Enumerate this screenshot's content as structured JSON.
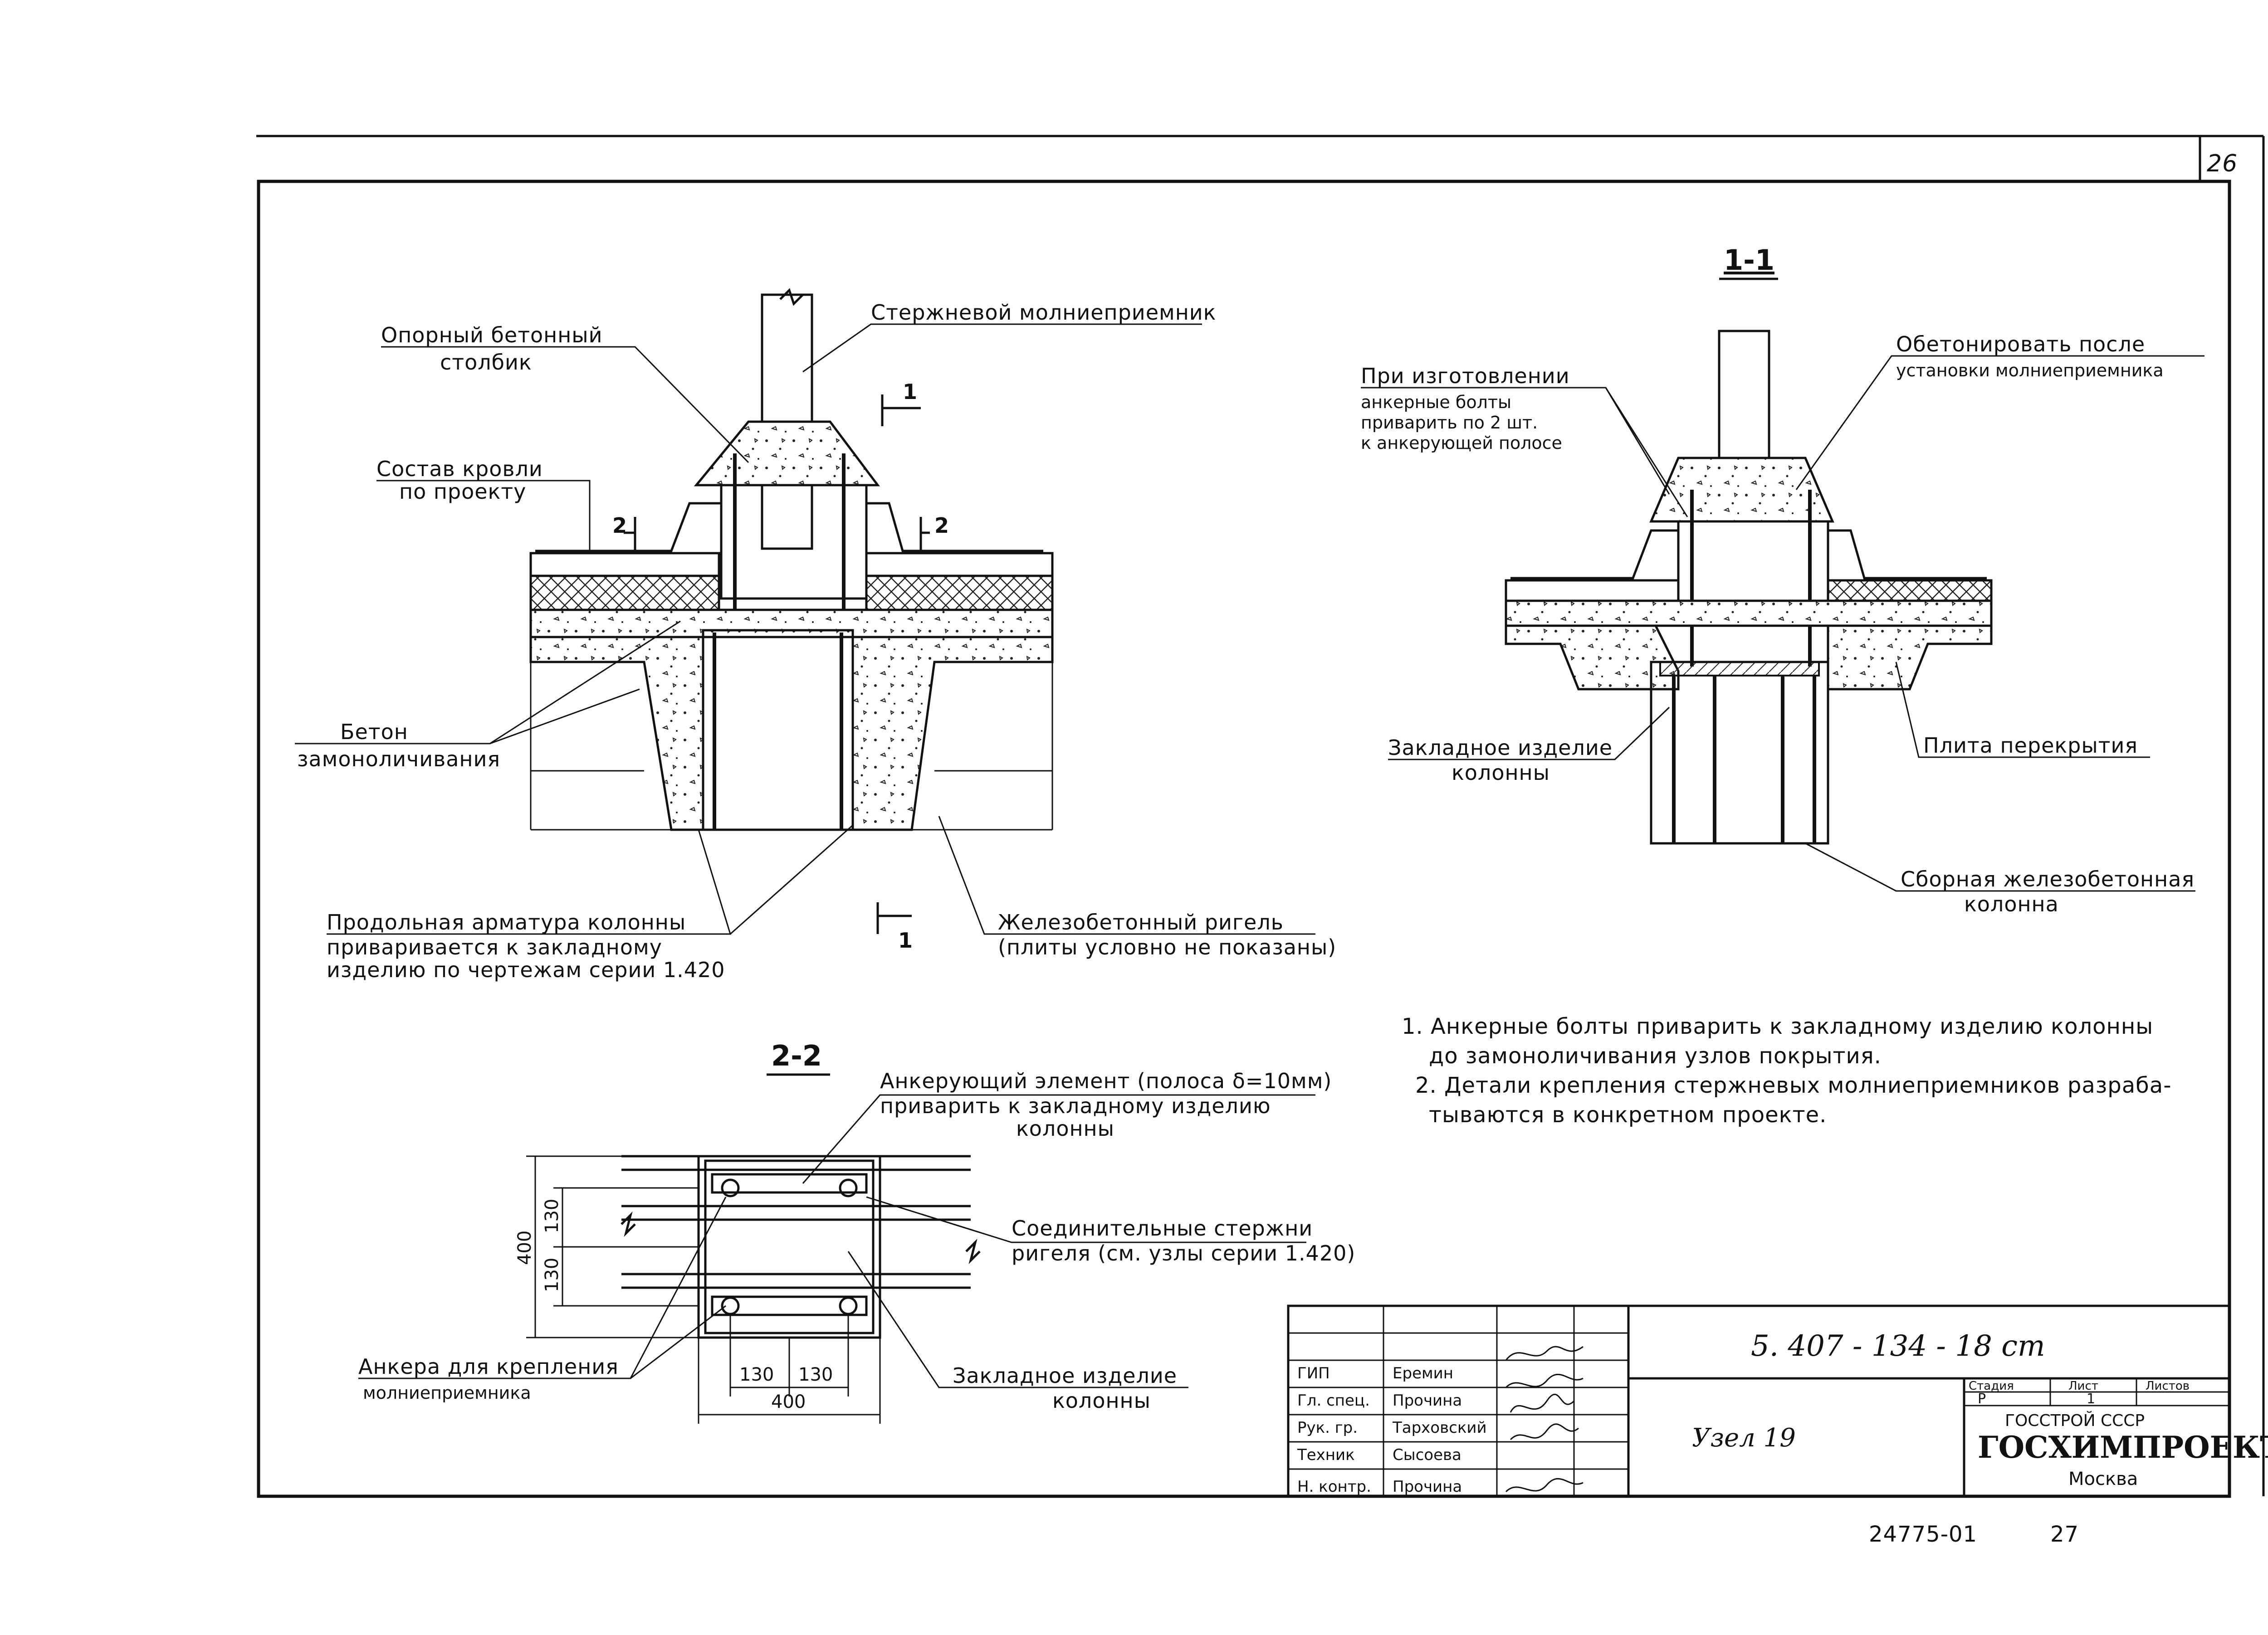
{
  "sheet": {
    "number": "26",
    "code": "5. 407 - 134 - 18 cm",
    "node": "Узел 19",
    "archive": "24775-01",
    "archive_page": "27"
  },
  "sections": {
    "s11": "1-1",
    "s22": "2-2",
    "mark1": "1",
    "mark2": "2"
  },
  "main_labels": {
    "support_post": "Опорный бетонный",
    "support_post_2": "столбик",
    "rod_lightning": "Стержневой молниеприемник",
    "roof_comp": "Состав кровли",
    "roof_comp_2": "по проекту",
    "concrete": "Бетон",
    "concrete_2": "замоноличивания",
    "long_rebar": "Продольная арматура колонны",
    "long_rebar_2": "привариваетcя к закладному",
    "long_rebar_3": "изделию по чертежам серии 1.420",
    "rc_beam": "Железобетонный ригель",
    "rc_beam_2": "(плиты условно не показаны)"
  },
  "s11_labels": {
    "manufacture": "При изготовлении",
    "manufacture_2": "анкерные болты",
    "manufacture_3": "приварить по 2 шт.",
    "manufacture_4": "к анкерующей полосе",
    "concrete_after": "Обетонировать после",
    "concrete_after_2": "установки молниеприемника",
    "embedded": "Закладное изделие",
    "embedded_2": "колонны",
    "slab": "Плита перекрытия",
    "prefab_col": "Сборная железобетонная",
    "prefab_col_2": "колонна"
  },
  "s22_labels": {
    "anchor_elem": "Анкерующий элемент (полоса δ=10мм)",
    "anchor_elem_2": "приварить к закладному изделию",
    "anchor_elem_3": "колонны",
    "conn_rods": "Соединительные стержни",
    "conn_rods_2": "ригеля (см. узлы серии 1.420)",
    "anchors": "Анкера для крепления",
    "anchors_2": "молниеприемника",
    "embedded": "Закладное изделие",
    "embedded_2": "колонны",
    "dim_400": "400",
    "dim_130": "130"
  },
  "notes": [
    "1. Анкерные болты приварить к закладному изделию колонны",
    "до замоноличивания узлов покрытия.",
    "2. Детали крепления стержневых молниеприемников разраба-",
    "тываются в конкретном проекте."
  ],
  "title_block": {
    "roles": [
      "ГИП",
      "Гл. спец.",
      "Рук. гр.",
      "Техник",
      "",
      "Н. контр."
    ],
    "names": [
      "Еремин",
      "Прочина",
      "Тарховский",
      "Сысоева",
      "",
      "Прочина"
    ],
    "stage_h": "Стадия",
    "sheet_h": "Лист",
    "sheets_h": "Листов",
    "stage": "Р",
    "sheet_no": "1",
    "org1": "ГОССТРОЙ СССР",
    "org2": "ГОСХИМПРОЕКТ",
    "org3": "Москва"
  }
}
